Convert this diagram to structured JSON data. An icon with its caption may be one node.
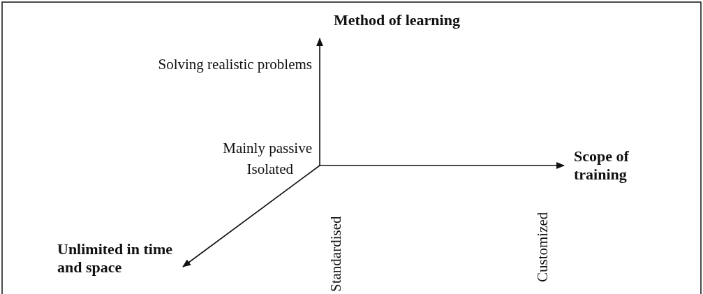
{
  "diagram": {
    "labels": [
      "Method of learning",
      "Solving realistic problems",
      "Mainly passive",
      "Isolated",
      "Scope of training",
      "Standardised",
      "Customized",
      "Unlimited in time and space"
    ]
  }
}
